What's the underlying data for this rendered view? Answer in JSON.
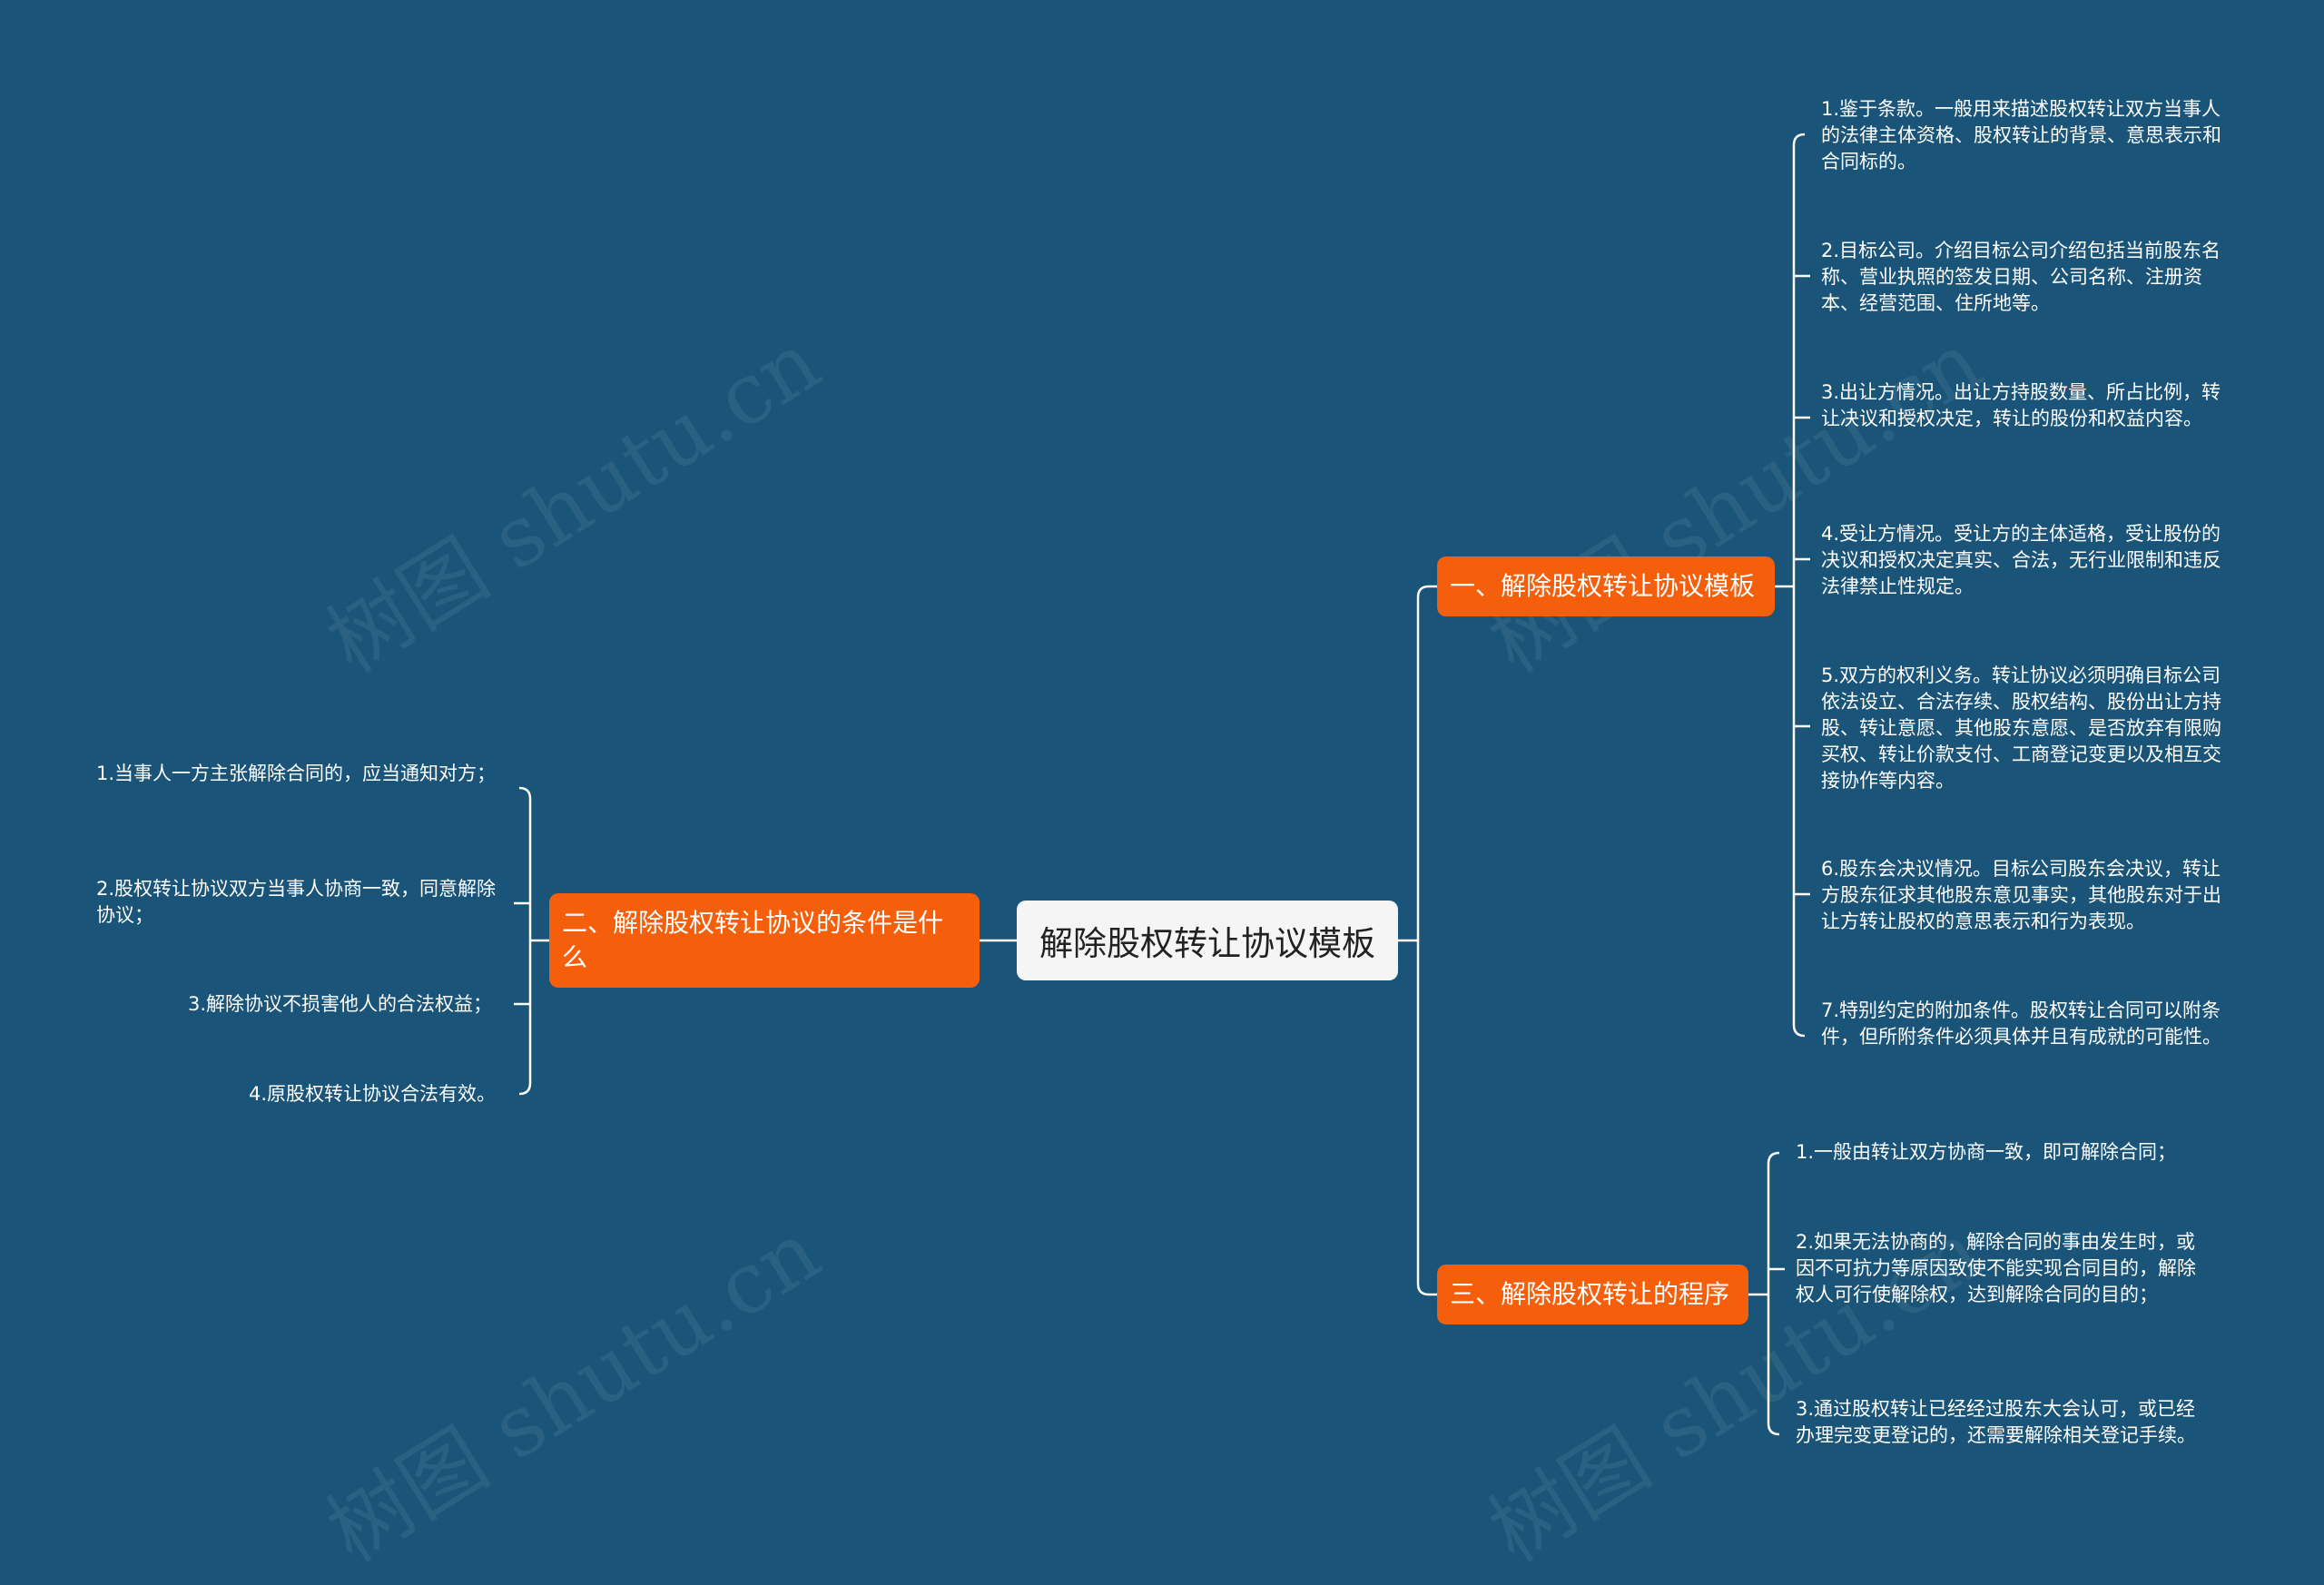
{
  "colors": {
    "background": "#1a5478",
    "root_fill": "#f5f5f5",
    "branch_fill": "#f55f0c",
    "line": "#ffffff"
  },
  "root": {
    "label": "解除股权转让协议模板"
  },
  "branches": {
    "b1": {
      "label": "一、解除股权转让协议模板",
      "items": [
        "1.鉴于条款。一般用来描述股权转让双方当事人的法律主体资格、股权转让的背景、意思表示和合同标的。",
        "2.目标公司。介绍目标公司介绍包括当前股东名称、营业执照的签发日期、公司名称、注册资本、经营范围、住所地等。",
        "3.出让方情况。出让方持股数量、所占比例，转让决议和授权决定，转让的股份和权益内容。",
        "4.受让方情况。受让方的主体适格，受让股份的决议和授权决定真实、合法，无行业限制和违反法律禁止性规定。",
        "5.双方的权利义务。转让协议必须明确目标公司依法设立、合法存续、股权结构、股份出让方持股、转让意愿、其他股东意愿、是否放弃有限购买权、转让价款支付、工商登记变更以及相互交接协作等内容。",
        "6.股东会决议情况。目标公司股东会决议，转让方股东征求其他股东意见事实，其他股东对于出让方转让股权的意思表示和行为表现。",
        "7.特别约定的附加条件。股权转让合同可以附条件，但所附条件必须具体并且有成就的可能性。"
      ]
    },
    "b2": {
      "label": "二、解除股权转让协议的条件是什么",
      "items": [
        "1.当事人一方主张解除合同的，应当通知对方；",
        "2.股权转让协议双方当事人协商一致，同意解除协议；",
        "3.解除协议不损害他人的合法权益；",
        "4.原股权转让协议合法有效。"
      ]
    },
    "b3": {
      "label": "三、解除股权转让的程序",
      "items": [
        "1.一般由转让双方协商一致，即可解除合同；",
        "2.如果无法协商的，解除合同的事由发生时，或因不可抗力等原因致使不能实现合同目的，解除权人可行使解除权，达到解除合同的目的；",
        "3.通过股权转让已经经过股东大会认可，或已经办理完变更登记的，还需要解除相关登记手续。"
      ]
    }
  },
  "watermark": "树图 shutu.cn"
}
